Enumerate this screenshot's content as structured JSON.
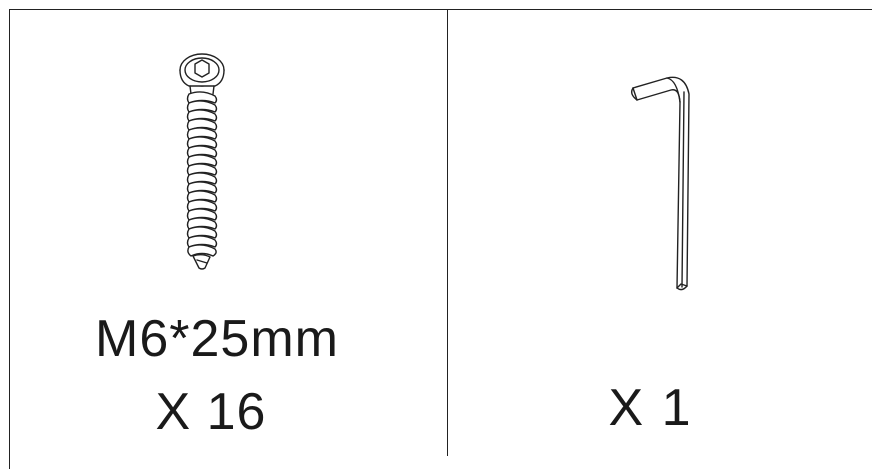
{
  "panels": [
    {
      "item": "screw",
      "icon": "hex-socket-screw-icon",
      "spec": "M6*25mm",
      "quantity": "X 16"
    },
    {
      "item": "hex_key",
      "icon": "allen-key-icon",
      "quantity": "X 1"
    }
  ],
  "colors": {
    "line": "#222222",
    "background": "#ffffff"
  }
}
